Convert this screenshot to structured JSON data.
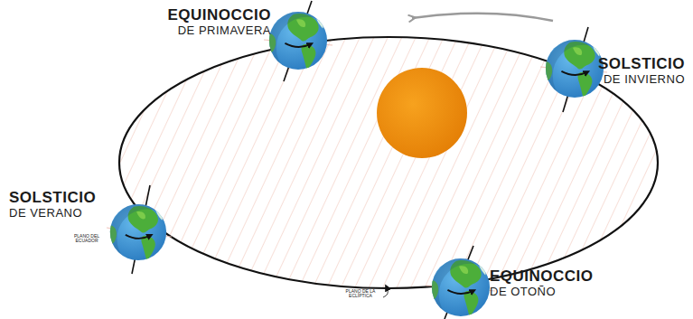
{
  "diagram": {
    "labels": [
      "EQUINOCCIO",
      "DE PRIMAVERA",
      "SOLSTICIO",
      "DE INVIERNO",
      "SOLSTICIO",
      "DE VERANO",
      "EQUINOCCIO",
      "DE OTOÑO",
      "PLANO DEL ECUADOR",
      "PLANO DE LA ECLÍPTICA"
    ]
  }
}
